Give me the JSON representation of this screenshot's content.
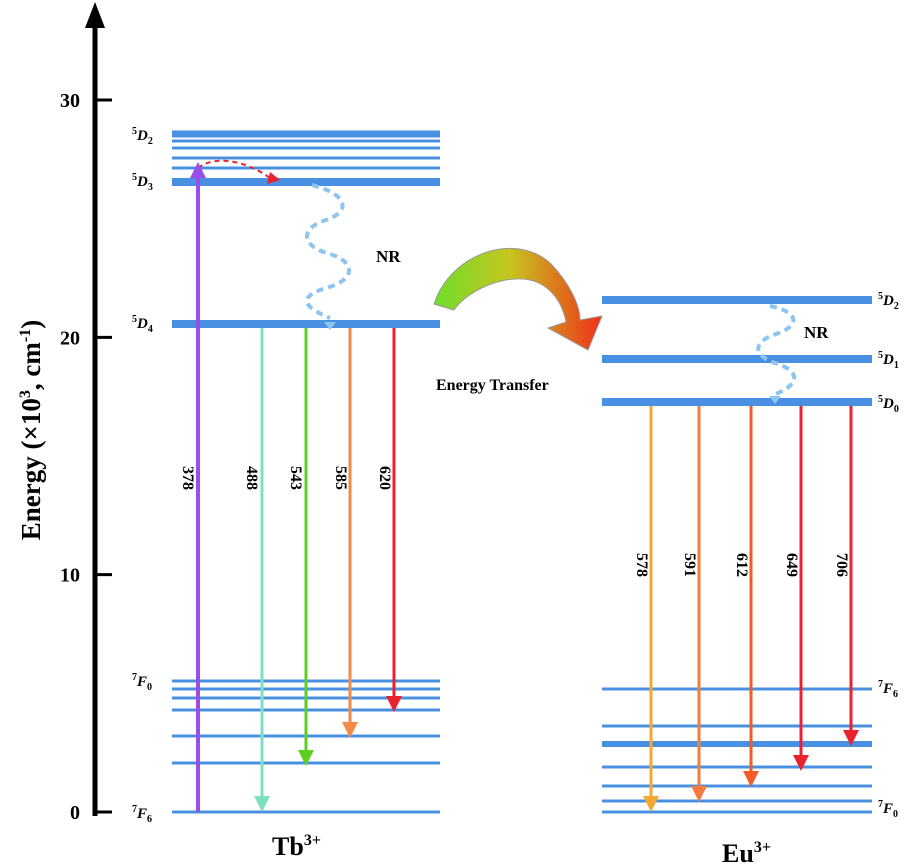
{
  "axis": {
    "title": "Energy (×10",
    "title_sup": "3",
    "title_mid": ", cm",
    "title_sup2": "-1",
    "title_end": ")",
    "ticks": [
      {
        "value": 0,
        "label": "0"
      },
      {
        "value": 10,
        "label": "10"
      },
      {
        "value": 20,
        "label": "20"
      },
      {
        "value": 30,
        "label": "30"
      }
    ]
  },
  "tb": {
    "ion": "Tb",
    "ion_charge": "3+",
    "labels": {
      "d2": {
        "sup": "5",
        "letter": "D",
        "sub": "2"
      },
      "d3": {
        "sup": "5",
        "letter": "D",
        "sub": "3"
      },
      "d4": {
        "sup": "5",
        "letter": "D",
        "sub": "4"
      },
      "f0": {
        "sup": "7",
        "letter": "F",
        "sub": "0"
      },
      "f6": {
        "sup": "7",
        "letter": "F",
        "sub": "6"
      }
    },
    "nr": "NR",
    "transitions": [
      {
        "label": "378",
        "color": "#9b4de8"
      },
      {
        "label": "488",
        "color": "#7fe0c0"
      },
      {
        "label": "543",
        "color": "#5ccf1f"
      },
      {
        "label": "585",
        "color": "#f58a4a"
      },
      {
        "label": "620",
        "color": "#e8222e"
      }
    ]
  },
  "eu": {
    "ion": "Eu",
    "ion_charge": "3+",
    "labels": {
      "d2": {
        "sup": "5",
        "letter": "D",
        "sub": "2"
      },
      "d1": {
        "sup": "5",
        "letter": "D",
        "sub": "1"
      },
      "d0": {
        "sup": "5",
        "letter": "D",
        "sub": "0"
      },
      "f6": {
        "sup": "7",
        "letter": "F",
        "sub": "6"
      },
      "f0": {
        "sup": "7",
        "letter": "F",
        "sub": "0"
      }
    },
    "nr": "NR",
    "transitions": [
      {
        "label": "578",
        "color": "#f7a832"
      },
      {
        "label": "591",
        "color": "#f57b3e"
      },
      {
        "label": "612",
        "color": "#f25a2a"
      },
      {
        "label": "649",
        "color": "#e8222e"
      },
      {
        "label": "706",
        "color": "#e8222e"
      }
    ]
  },
  "energy_transfer": "Energy Transfer",
  "colors": {
    "level": "#4a90e2",
    "nr_wave": "#8ec4f0",
    "arrow_green": "#6fdc2a",
    "arrow_red": "#f03018"
  }
}
